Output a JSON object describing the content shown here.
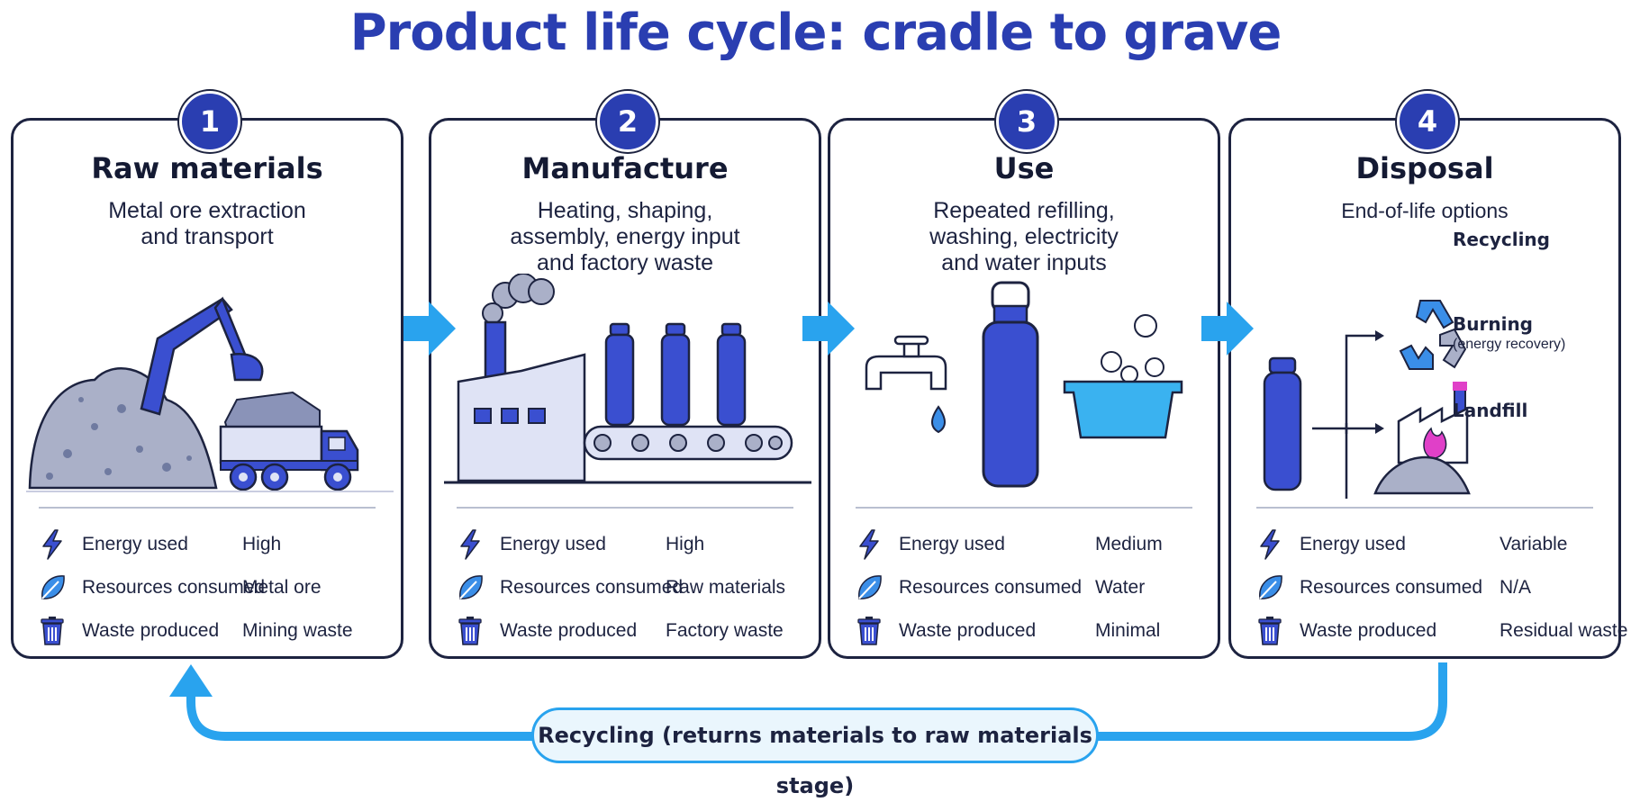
{
  "title": "Product life cycle: cradle to grave",
  "stages": [
    {
      "number": "1",
      "title": "Raw materials",
      "subtitle": "Metal ore extraction\nand transport",
      "metrics": [
        {
          "label": "Energy used",
          "value": "High",
          "icon": "lightning-icon"
        },
        {
          "label": "Resources consumed",
          "value": "Metal ore",
          "icon": "leaf-icon"
        },
        {
          "label": "Waste produced",
          "value": "Mining waste",
          "icon": "trash-icon"
        }
      ]
    },
    {
      "number": "2",
      "title": "Manufacture",
      "subtitle": "Heating, shaping,\nassembly, energy input\nand factory waste",
      "metrics": [
        {
          "label": "Energy used",
          "value": "High",
          "icon": "lightning-icon"
        },
        {
          "label": "Resources consumed",
          "value": "Raw materials",
          "icon": "leaf-icon"
        },
        {
          "label": "Waste produced",
          "value": "Factory waste",
          "icon": "trash-icon"
        }
      ]
    },
    {
      "number": "3",
      "title": "Use",
      "subtitle": "Repeated refilling,\nwashing, electricity\nand water inputs",
      "metrics": [
        {
          "label": "Energy used",
          "value": "Medium",
          "icon": "lightning-icon"
        },
        {
          "label": "Resources consumed",
          "value": "Water",
          "icon": "leaf-icon"
        },
        {
          "label": "Waste produced",
          "value": "Minimal",
          "icon": "trash-icon"
        }
      ]
    },
    {
      "number": "4",
      "title": "Disposal",
      "subtitle": "End-of-life options",
      "metrics": [
        {
          "label": "Energy used",
          "value": "Variable",
          "icon": "lightning-icon"
        },
        {
          "label": "Resources consumed",
          "value": "N/A",
          "icon": "leaf-icon"
        },
        {
          "label": "Waste produced",
          "value": "Residual waste",
          "icon": "trash-icon"
        }
      ],
      "options": [
        {
          "label": "Recycling",
          "icon": "recycle-icon"
        },
        {
          "label": "Burning",
          "note": "(energy recovery)",
          "icon": "factory-fire-icon"
        },
        {
          "label": "Landfill",
          "icon": "landfill-icon"
        }
      ]
    }
  ],
  "loop_label": "Recycling (returns materials to raw materials stage)",
  "colors": {
    "title": "#2a3eb1",
    "accent_blue": "#3a4fd0",
    "arrow_cyan": "#29a3ee",
    "outline": "#1d2340",
    "fire_pink": "#e040c8"
  }
}
